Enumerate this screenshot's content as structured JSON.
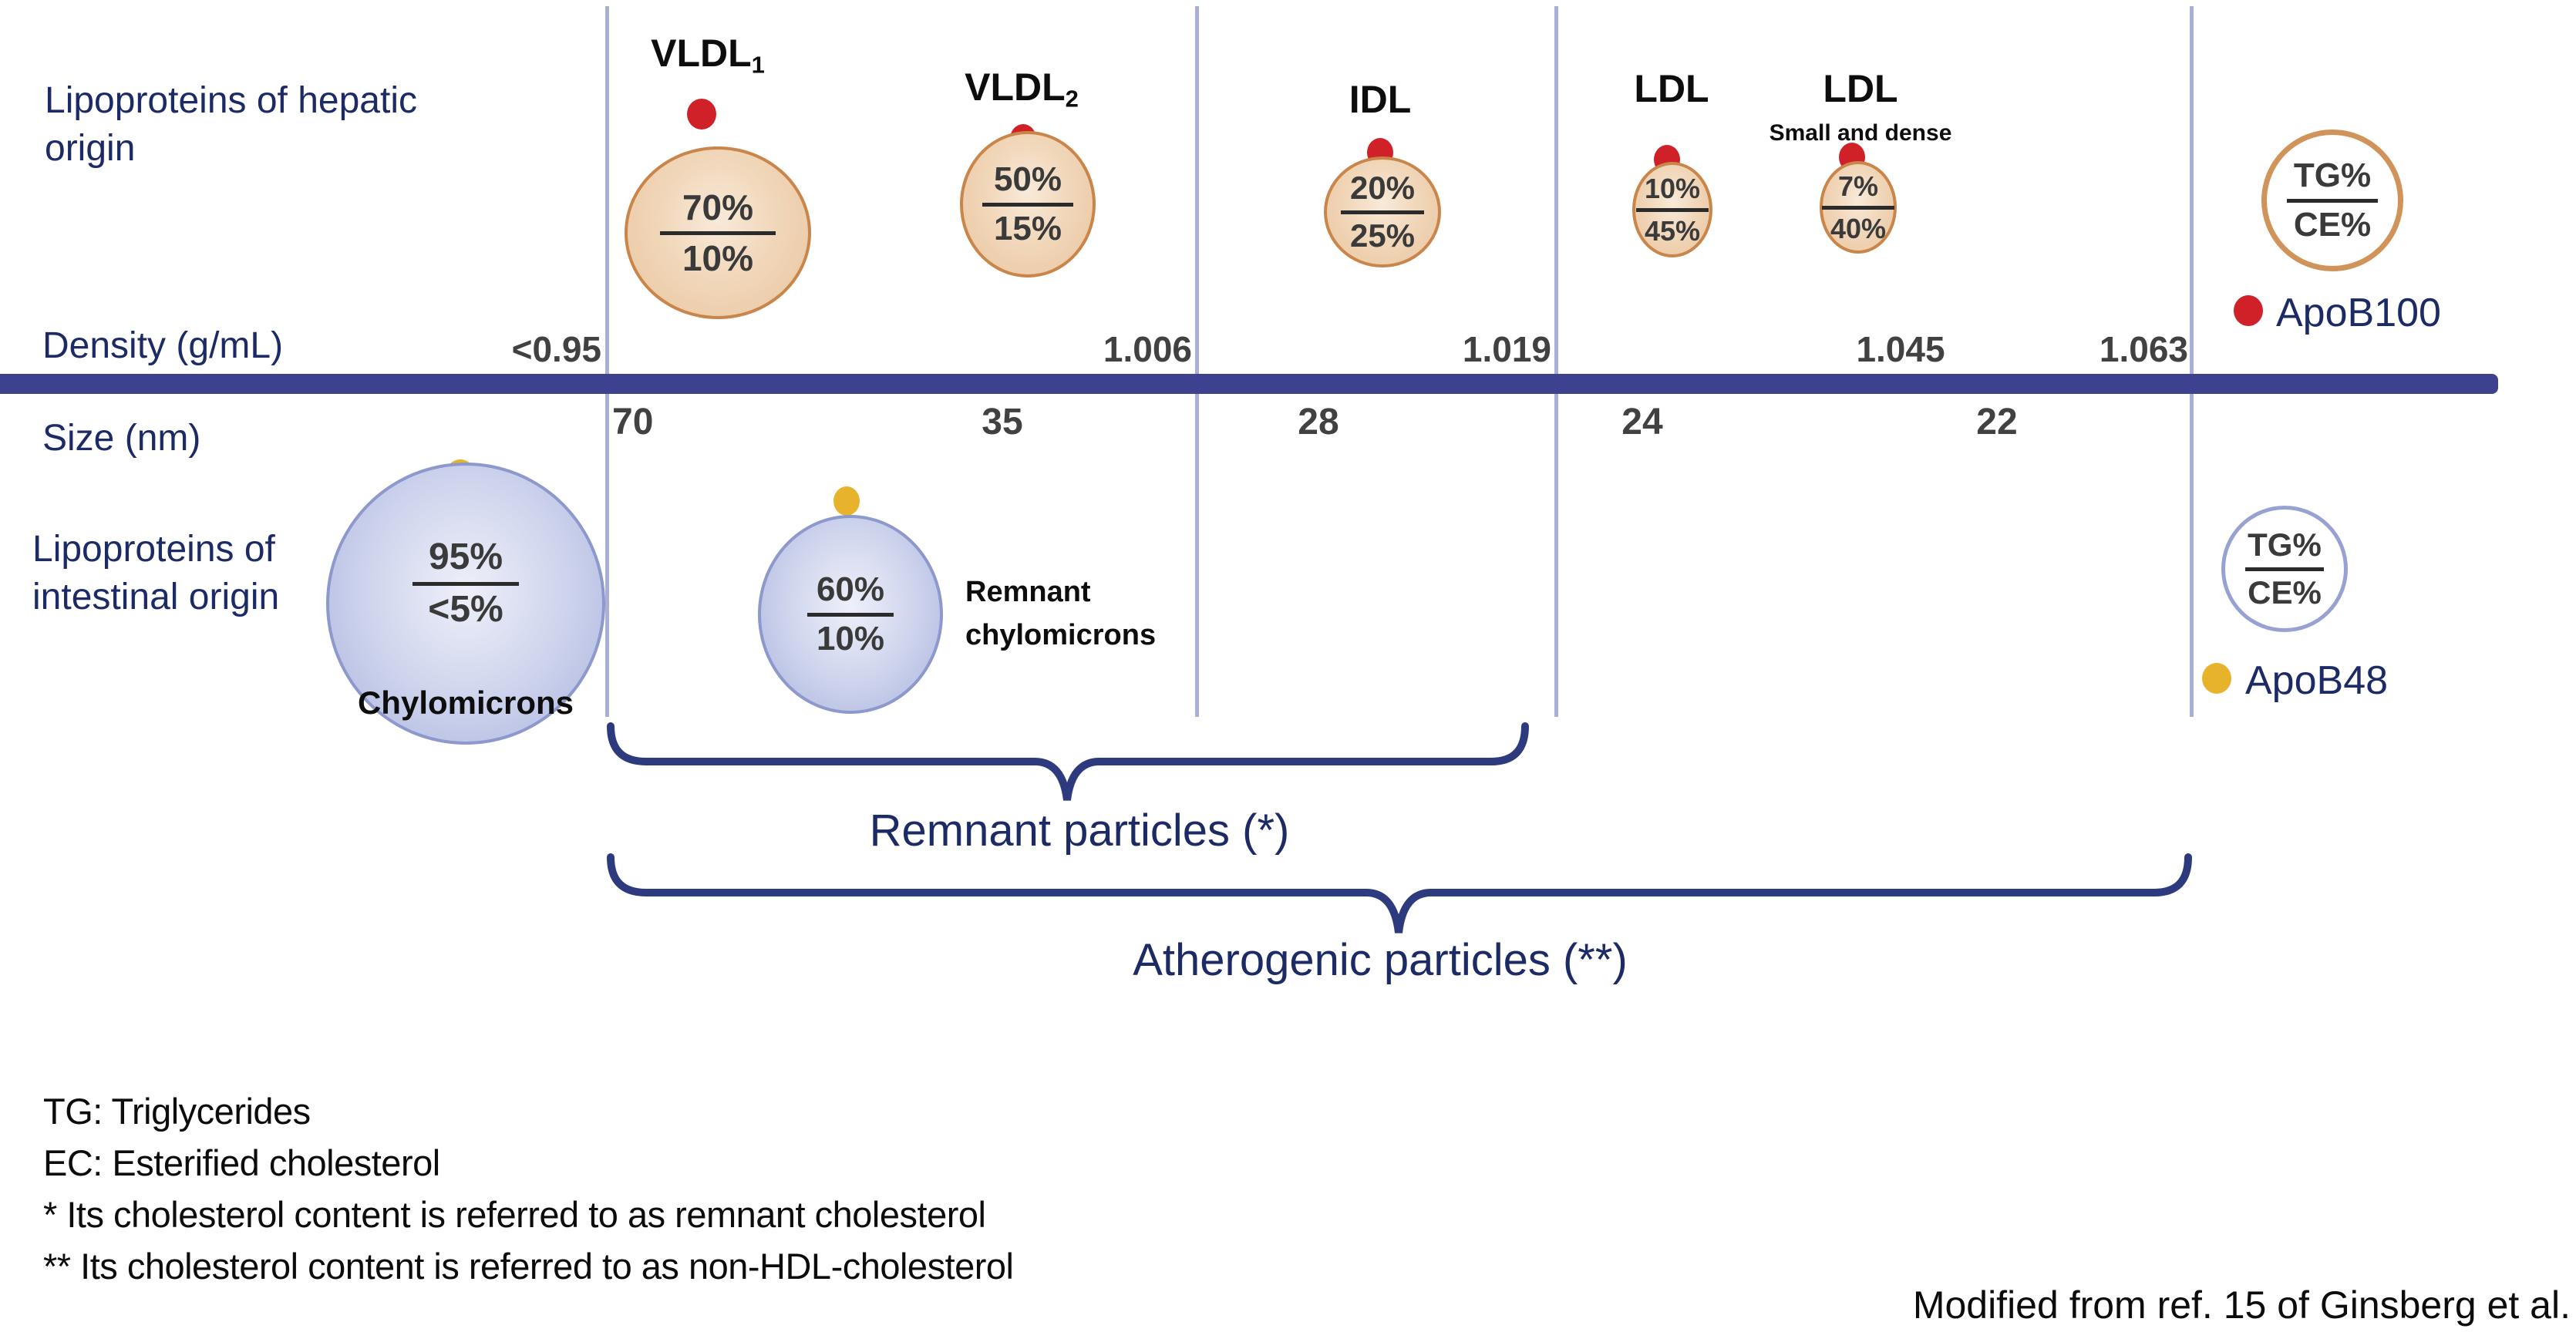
{
  "labels": {
    "hepatic_line1": "Lipoproteins of hepatic",
    "hepatic_line2": "origin",
    "density": "Density (g/mL)",
    "size": "Size (nm)",
    "intestinal_line1": "Lipoproteins of",
    "intestinal_line2": "intestinal origin"
  },
  "density_scale": [
    "<0.95",
    "1.006",
    "1.019",
    "1.045",
    "1.063"
  ],
  "size_scale": [
    "70",
    "35",
    "28",
    "24",
    "22"
  ],
  "particles": {
    "vldl1": {
      "name": "VLDL",
      "sub": "1",
      "tg_pct": "70%",
      "ce_pct": "10%"
    },
    "vldl2": {
      "name": "VLDL",
      "sub": "2",
      "tg_pct": "50%",
      "ce_pct": "15%"
    },
    "idl": {
      "name": "IDL",
      "tg_pct": "20%",
      "ce_pct": "25%"
    },
    "ldl": {
      "name": "LDL",
      "tg_pct": "10%",
      "ce_pct": "45%"
    },
    "ldl_small_dense": {
      "name": "LDL",
      "subtitle": "Small and dense",
      "tg_pct": "7%",
      "ce_pct": "40%"
    },
    "chylomicrons": {
      "name": "Chylomicrons",
      "tg_pct": "95%",
      "ce_pct": "<5%"
    },
    "remnant_chylomicrons": {
      "name_line1": "Remnant",
      "name_line2": "chylomicrons",
      "tg_pct": "60%",
      "ce_pct": "10%"
    }
  },
  "legend": {
    "ratio_numerator": "TG%",
    "ratio_denominator": "CE%",
    "apob100_label": "ApoB100",
    "apob48_label": "ApoB48"
  },
  "braces": {
    "remnant_label": "Remnant particles (*)",
    "atherogenic_label": "Atherogenic particles (**)"
  },
  "footnotes": [
    "TG: Triglycerides",
    "EC: Esterified cholesterol",
    "* Its cholesterol content is referred to as remnant cholesterol",
    "** Its cholesterol content is referred to as non-HDL-cholesterol"
  ],
  "attribution": "Modified from ref. 15 of Ginsberg et al.",
  "colors": {
    "navy_text": "#1c2a66",
    "axis_bar": "#3d4190",
    "grid_line": "#a9afd9",
    "hepatic_fill": "#e9c49e",
    "hepatic_fill_light": "#f8ead9",
    "hepatic_border": "#c9854a",
    "intestinal_fill": "#a8b1dd",
    "intestinal_fill_light": "#eef0f9",
    "intestinal_border": "#8d98cc",
    "legend_orange_border": "#d0935a",
    "legend_blue_border": "#97a2d2",
    "apob100_dot": "#cf2127",
    "apob48_dot": "#e7b32c",
    "brace": "#2d3a7d",
    "value_text": "#414141",
    "pct_text": "#3a3a3a"
  }
}
